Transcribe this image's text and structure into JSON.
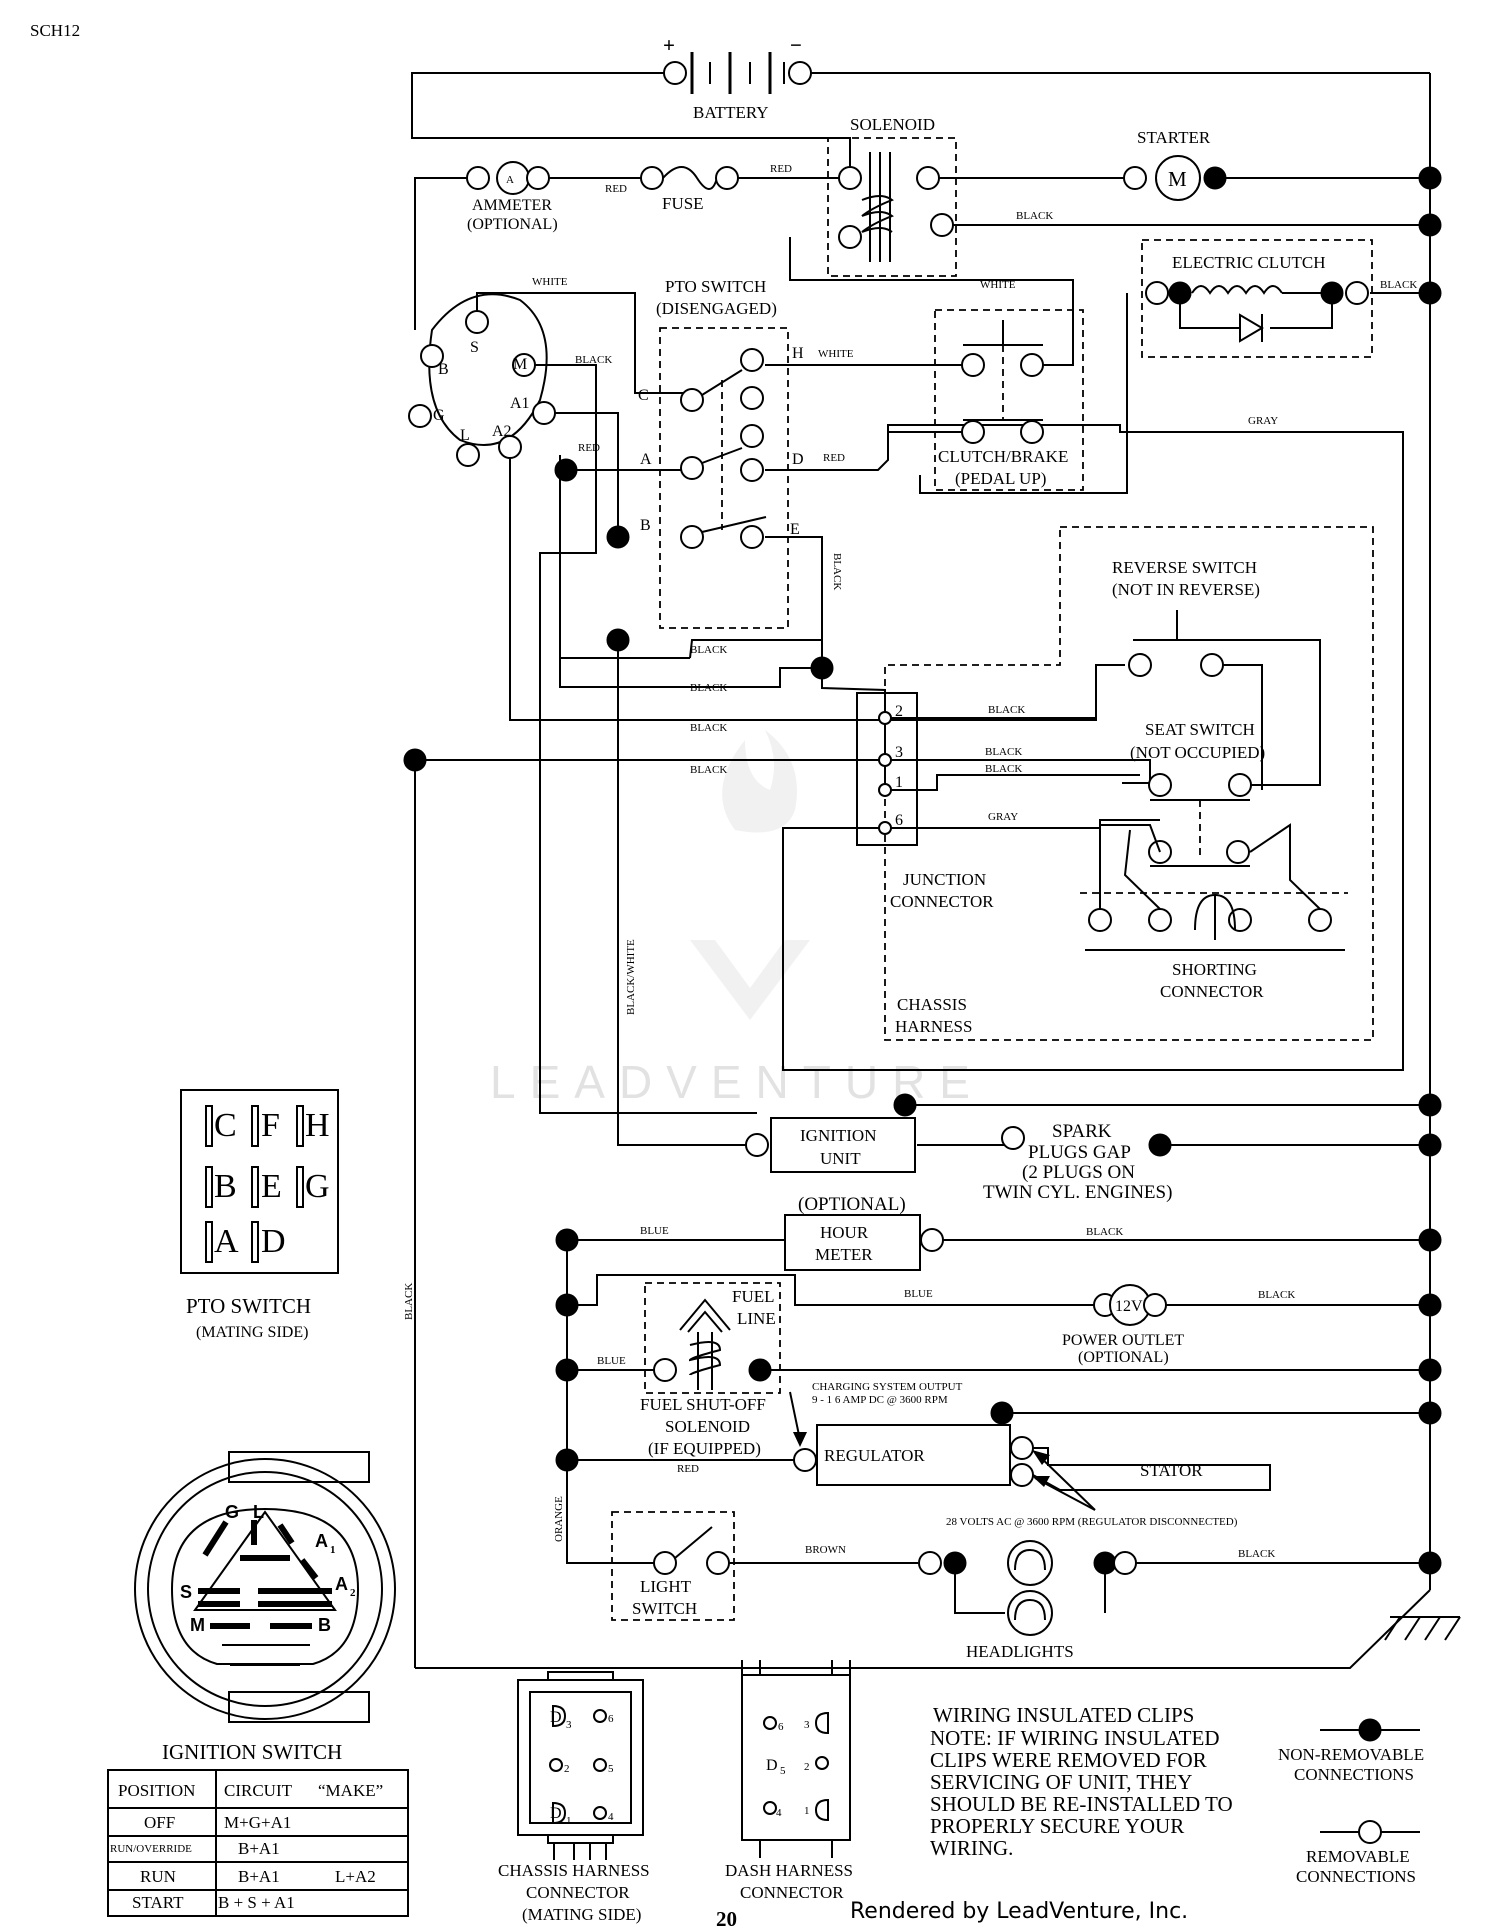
{
  "doc_code": "SCH12",
  "page_number": "20",
  "footer": "Rendered by LeadVenture, Inc.",
  "watermark": "LEADVENTURE",
  "components": {
    "battery": "BATTERY",
    "battery_plus": "+",
    "battery_minus": "−",
    "solenoid": "SOLENOID",
    "starter": "STARTER",
    "starter_symbol": "M",
    "ammeter_symbol": "A",
    "ammeter": "AMMETER",
    "ammeter_note": "(OPTIONAL)",
    "fuse": "FUSE",
    "pto_switch": "PTO SWITCH",
    "pto_switch_state": "(DISENGAGED)",
    "electric_clutch": "ELECTRIC CLUTCH",
    "clutch_brake": "CLUTCH/BRAKE",
    "clutch_brake_state": "(PEDAL UP)",
    "reverse_switch": "REVERSE SWITCH",
    "reverse_switch_state": "(NOT IN REVERSE)",
    "seat_switch": "SEAT SWITCH",
    "seat_switch_state": "(NOT OCCUPIED)",
    "junction_1": "JUNCTION",
    "junction_2": "CONNECTOR",
    "shorting_1": "SHORTING",
    "shorting_2": "CONNECTOR",
    "chassis_1": "CHASSIS",
    "chassis_2": "HARNESS",
    "ignition_1": "IGNITION",
    "ignition_2": "UNIT",
    "spark_1": "SPARK",
    "spark_2": "PLUGS GAP",
    "spark_3": "(2 PLUGS ON",
    "spark_4": "TWIN CYL. ENGINES)",
    "hour_optional": "(OPTIONAL)",
    "hour_1": "HOUR",
    "hour_2": "METER",
    "fuel_1": "FUEL",
    "fuel_2": "LINE",
    "outlet_symbol": "12V",
    "outlet_1": "POWER OUTLET",
    "outlet_2": "(OPTIONAL)",
    "charging_1": "CHARGING SYSTEM OUTPUT",
    "charging_2": "9 - 1 6 AMP DC @ 3600 RPM",
    "fuel_sol_1": "FUEL SHUT-OFF",
    "fuel_sol_2": "SOLENOID",
    "fuel_sol_3": "(IF EQUIPPED)",
    "regulator": "REGULATOR",
    "stator": "STATOR",
    "stator_ac": "28 VOLTS AC @ 3600 RPM (REGULATOR DISCONNECTED)",
    "light_1": "LIGHT",
    "light_2": "SWITCH",
    "headlights": "HEADLIGHTS"
  },
  "wire_labels": {
    "red": "RED",
    "black": "BLACK",
    "white": "WHITE",
    "gray": "GRAY",
    "blue": "BLUE",
    "orange": "ORANGE",
    "brown": "BROWN",
    "black_white": "BLACK/WHITE"
  },
  "ignition_terminals": [
    "S",
    "B",
    "M",
    "A1",
    "G",
    "L",
    "A2"
  ],
  "pto_terminals": [
    "C",
    "H",
    "A",
    "D",
    "B",
    "E"
  ],
  "junction_pins": [
    "2",
    "3",
    "1",
    "6"
  ],
  "pto_mating": {
    "title": "PTO SWITCH",
    "subtitle": "(MATING SIDE)",
    "rows": [
      [
        "C",
        "F",
        "H"
      ],
      [
        "B",
        "E",
        "G"
      ],
      [
        "A",
        "D"
      ]
    ]
  },
  "ignition_switch": {
    "title": "IGNITION SWITCH",
    "face_labels": {
      "g": "G",
      "l": "L",
      "a1": "A",
      "a1_sub": "1",
      "s": "S",
      "a2": "A",
      "a2_sub": "2",
      "m": "M",
      "b": "B"
    },
    "table_headers": [
      "POSITION",
      "CIRCUIT",
      "“MAKE”"
    ],
    "rows": [
      {
        "position": "OFF",
        "circuit": "M+G+A1",
        "extra": ""
      },
      {
        "position": "RUN/OVERRIDE",
        "circuit": "B+A1",
        "extra": ""
      },
      {
        "position": "RUN",
        "circuit": "B+A1",
        "extra": "L+A2"
      },
      {
        "position": "START",
        "circuit": "B + S + A1",
        "extra": ""
      }
    ]
  },
  "chassis_connector": {
    "title_1": "CHASSIS HARNESS",
    "title_2": "CONNECTOR",
    "title_3": "(MATING SIDE)",
    "pins": [
      {
        "d": "D",
        "n": "3"
      },
      {
        "d": "",
        "n": "6"
      },
      {
        "d": "",
        "n": "2"
      },
      {
        "d": "",
        "n": "5"
      },
      {
        "d": "D",
        "n": "1"
      },
      {
        "d": "",
        "n": "4"
      }
    ]
  },
  "dash_connector": {
    "title_1": "DASH HARNESS",
    "title_2": "CONNECTOR",
    "pins": [
      {
        "d": "",
        "n": "6"
      },
      {
        "d": "",
        "n": "3"
      },
      {
        "d": "D",
        "n": "5"
      },
      {
        "d": "",
        "n": "2"
      },
      {
        "d": "",
        "n": "4"
      },
      {
        "d": "",
        "n": "1"
      }
    ]
  },
  "note": {
    "title": "WIRING INSULATED CLIPS",
    "lines": [
      "NOTE:  IF WIRING INSULATED",
      "CLIPS WERE REMOVED FOR",
      "SERVICING OF UNIT, THEY",
      "SHOULD BE RE-INSTALLED TO",
      "PROPERLY SECURE YOUR",
      "WIRING."
    ]
  },
  "legend": {
    "non_removable_1": "NON-REMOVABLE",
    "non_removable_2": "CONNECTIONS",
    "removable_1": "REMOVABLE",
    "removable_2": "CONNECTIONS"
  }
}
